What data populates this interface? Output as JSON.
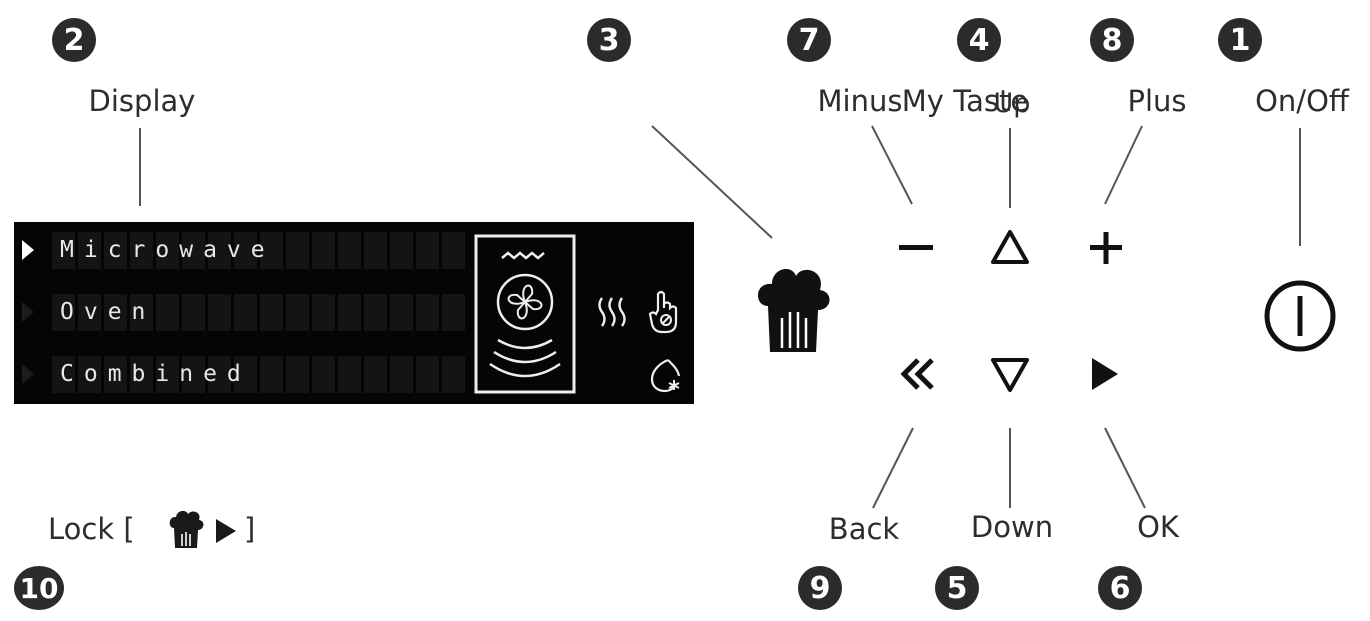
{
  "badges": {
    "n1": "1",
    "n2": "2",
    "n3": "3",
    "n4": "4",
    "n5": "5",
    "n6": "6",
    "n7": "7",
    "n8": "8",
    "n9": "9",
    "n10": "10"
  },
  "labels": {
    "display": "Display",
    "minus": "Minus",
    "my_taste": "My Taste",
    "up": "Up",
    "plus": "Plus",
    "on_off": "On/Off",
    "back": "Back",
    "down": "Down",
    "ok": "OK",
    "lock": "Lock ["
  },
  "display": {
    "rows": [
      "Microwave",
      "Oven",
      "Combined"
    ],
    "active_row": 0
  },
  "colors": {
    "badge": "#2b2b2b",
    "display_bg": "#050505",
    "icon": "#111111"
  },
  "icons": {
    "my_taste": "chef-hat-icon",
    "minus": "minus-icon",
    "up": "triangle-up-icon",
    "plus": "plus-icon",
    "power": "power-icon",
    "back": "double-chevron-left-icon",
    "down": "triangle-down-icon",
    "ok": "play-icon"
  }
}
